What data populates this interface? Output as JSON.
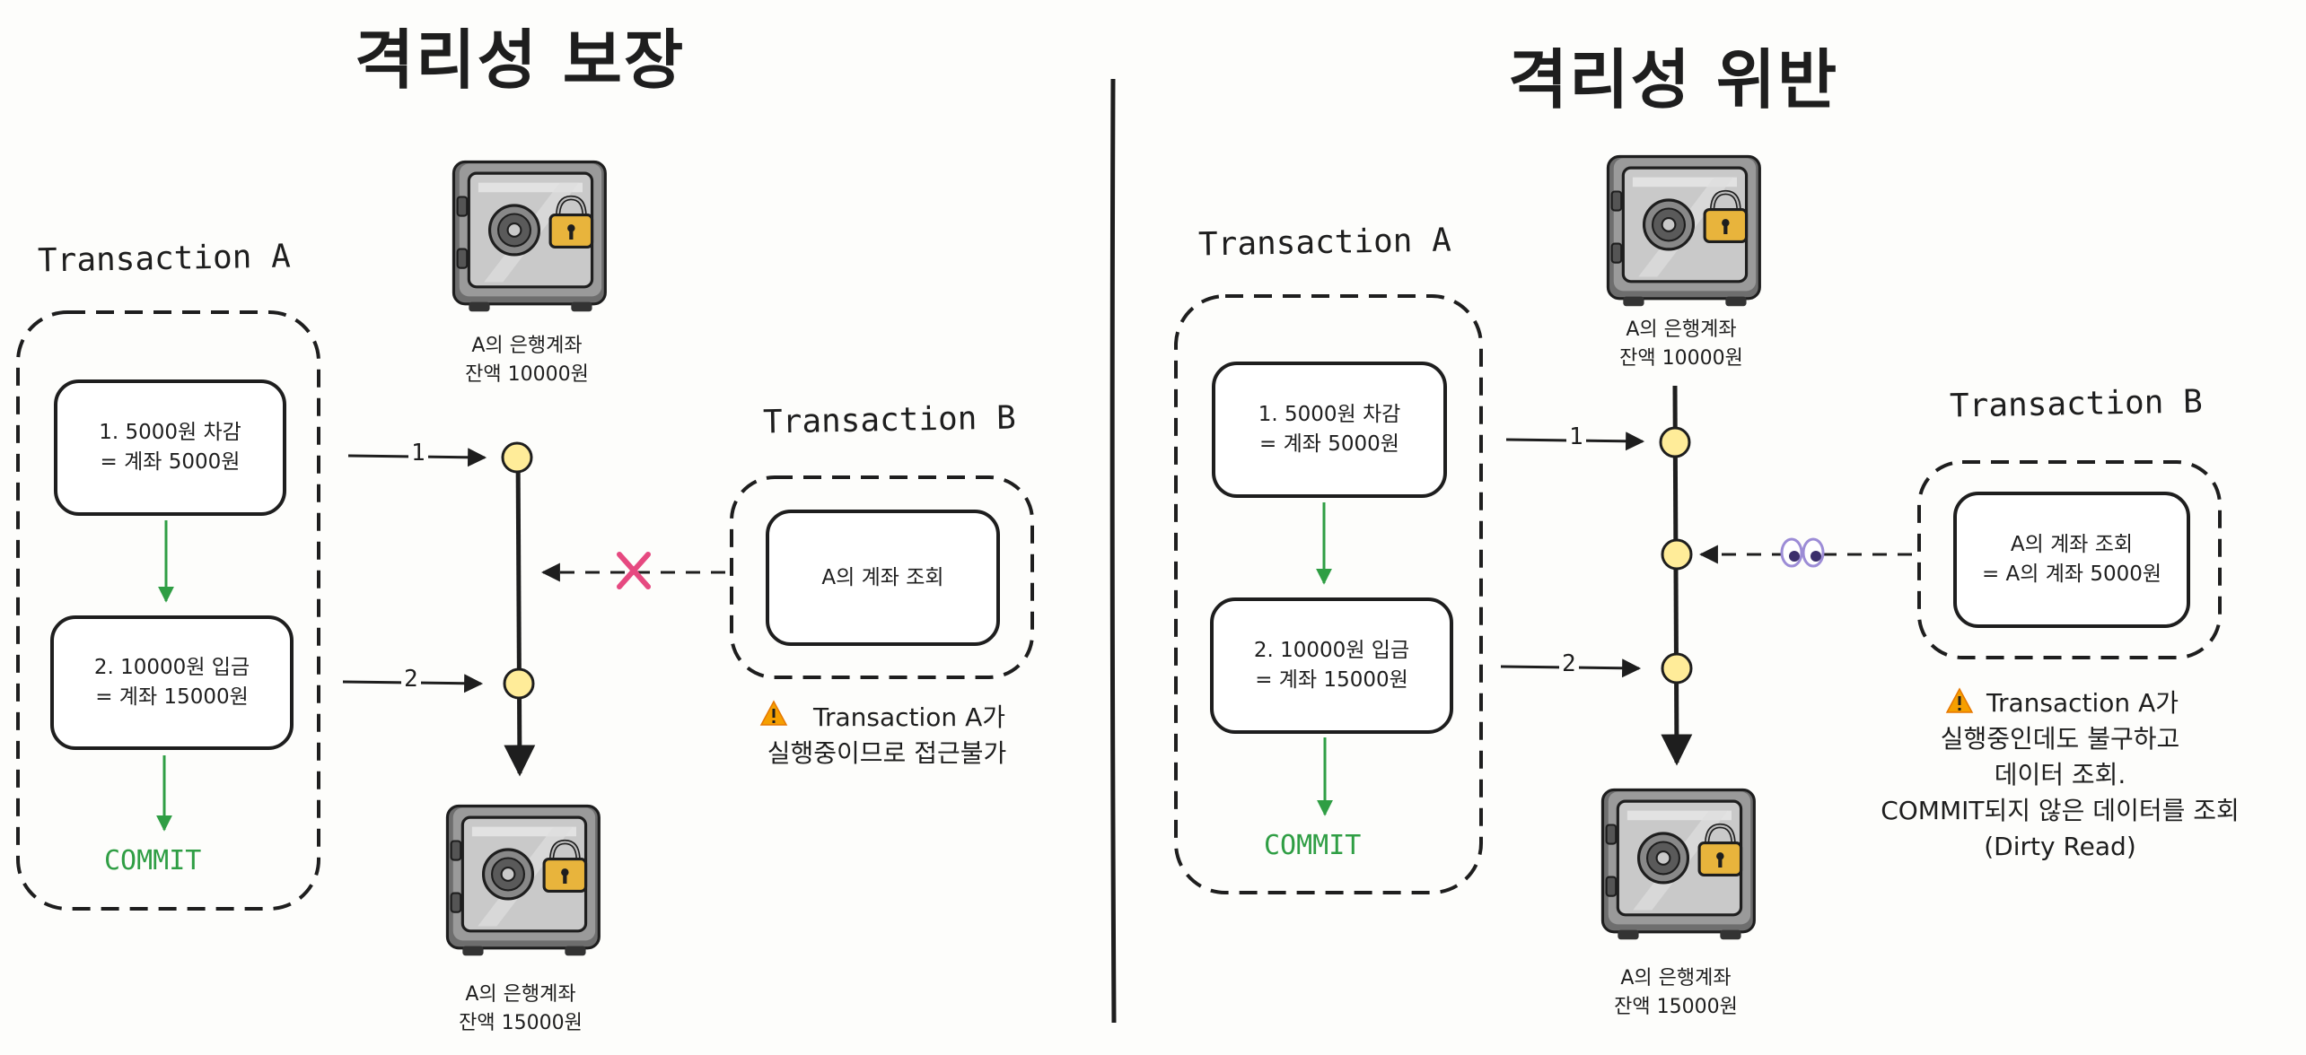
{
  "left": {
    "title": "격리성 보장",
    "txA": {
      "label": "Transaction A",
      "step1": [
        "1. 5000원 차감",
        "= 계좌 5000원"
      ],
      "step2": [
        "2. 10000원 입금",
        "= 계좌 15000원"
      ],
      "commit": "COMMIT"
    },
    "vault_top": [
      "A의 은행계좌",
      "잔액 10000원"
    ],
    "vault_bottom": [
      "A의 은행계좌",
      "잔액 15000원"
    ],
    "arrow1_label": "1",
    "arrow2_label": "2",
    "txB": {
      "label": "Transaction B",
      "query": "A의 계좌 조회"
    },
    "blocked_icon": "cross-mark-icon",
    "note_icon": "warning-icon",
    "note": [
      "Transaction A가",
      "실행중이므로 접근불가"
    ]
  },
  "right": {
    "title": "격리성 위반",
    "txA": {
      "label": "Transaction A",
      "step1": [
        "1. 5000원 차감",
        "= 계좌 5000원"
      ],
      "step2": [
        "2. 10000원 입금",
        "= 계좌 15000원"
      ],
      "commit": "COMMIT"
    },
    "vault_top": [
      "A의 은행계좌",
      "잔액 10000원"
    ],
    "vault_bottom": [
      "A의 은행계좌",
      "잔액 15000원"
    ],
    "arrow1_label": "1",
    "arrow2_label": "2",
    "txB": {
      "label": "Transaction B",
      "query": [
        "A의 계좌 조회",
        "= A의 계좌 5000원"
      ]
    },
    "peek_icon": "eyes-icon",
    "note_icon": "warning-icon",
    "note": [
      "Transaction A가",
      "실행중인데도 불구하고",
      "데이터 조회.",
      "COMMIT되지 않은 데이터를 조회",
      "(Dirty Read)"
    ]
  },
  "colors": {
    "green": "#2f9e44",
    "node": "#ffec99",
    "cross": "#e64980",
    "warning": "#f59f00",
    "eyes": "#9c8cd6"
  }
}
